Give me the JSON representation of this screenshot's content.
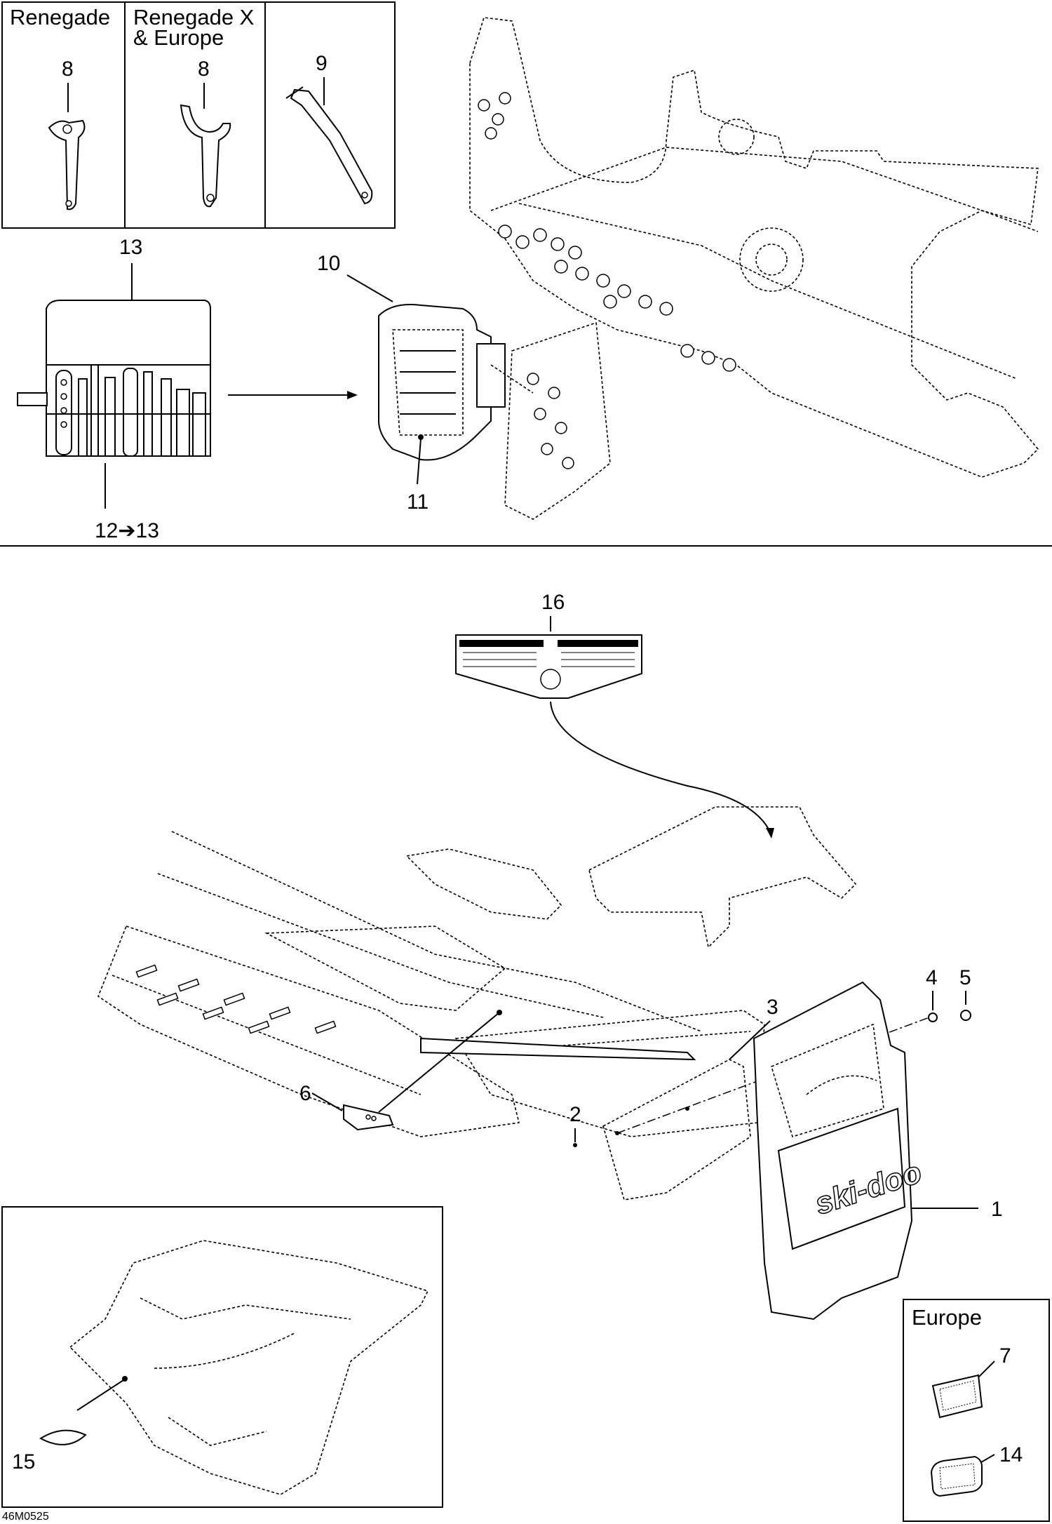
{
  "boxes": {
    "renegade": "Renegade",
    "renegade_x_line1": "Renegade X",
    "renegade_x_line2": "& Europe",
    "europe": "Europe"
  },
  "callouts": {
    "c1": "1",
    "c2": "2",
    "c3": "3",
    "c4": "4",
    "c5": "5",
    "c6": "6",
    "c7": "7",
    "c8a": "8",
    "c8b": "8",
    "c9": "9",
    "c10": "10",
    "c11": "11",
    "c12_13": "12➔13",
    "c13": "13",
    "c14": "14",
    "c15": "15",
    "c16": "16"
  },
  "figure_code": "46M0525"
}
